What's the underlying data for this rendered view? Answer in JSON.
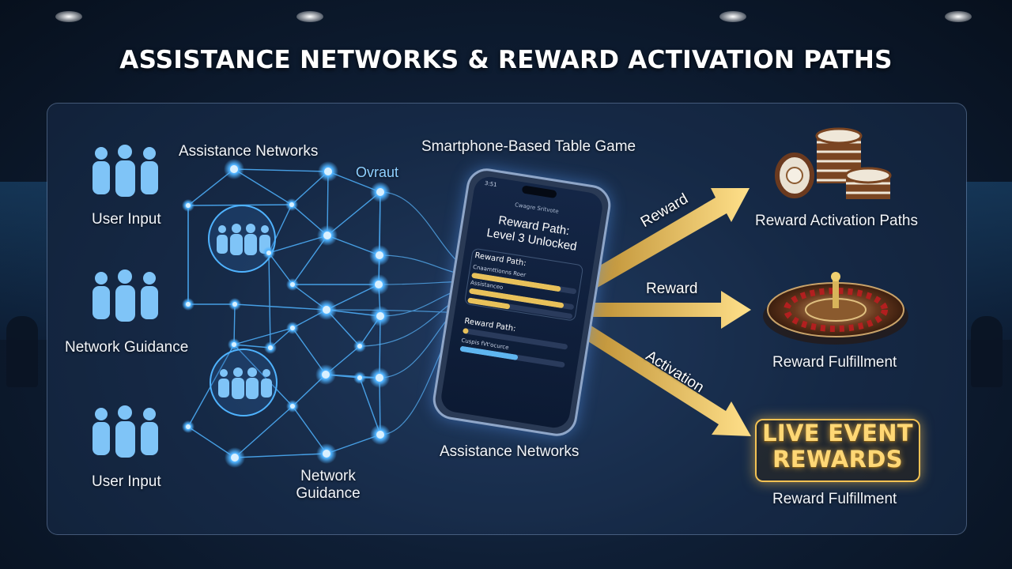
{
  "title": "ASSISTANCE NETWORKS & REWARD ACTIVATION PATHS",
  "left_groups": [
    {
      "label": "User Input"
    },
    {
      "label": "Network Guidance"
    },
    {
      "label": "User Input"
    }
  ],
  "network": {
    "top_label": "Assistance Networks",
    "node_label": "Ovraut",
    "bottom_label_line1": "Network",
    "bottom_label_line2": "Guidance"
  },
  "phone_section": {
    "top_label": "Smartphone-Based Table Game",
    "bottom_label": "Assistance Networks",
    "screen": {
      "time": "3:51",
      "header": "Cwagre Sritvote",
      "title_line1": "Reward Path:",
      "title_line2": "Level 3 Unlocked",
      "card_label": "Reward Path:",
      "rows": [
        {
          "label": "Cnaarnttionns Roer",
          "fill": 0.85,
          "color": "#e8c15a"
        },
        {
          "label": "Assistanceo",
          "fill": 0.9,
          "color": "#e8c15a"
        },
        {
          "label": "",
          "fill": 0.4,
          "color": "#e8c15a"
        },
        {
          "label": "Reward Path:",
          "fill": 0.05,
          "color": "#e8c15a"
        },
        {
          "label": "Cuspis fVt'ocurce",
          "fill": 0.55,
          "color": "#5fb6f0"
        }
      ]
    }
  },
  "arrows": [
    {
      "label": "Reward"
    },
    {
      "label": "Reward"
    },
    {
      "label": "Activation"
    }
  ],
  "right_items": [
    {
      "label": "Reward Activation Paths",
      "icon": "casino-chips-icon"
    },
    {
      "label": "Reward Fulfillment",
      "icon": "roulette-wheel-icon"
    },
    {
      "label": "Reward Fulfillment",
      "icon": "live-event-badge"
    }
  ],
  "live_event": {
    "line1": "LIVE EVENT",
    "line2": "REWARDS"
  },
  "colors": {
    "accent_blue": "#4fb3ff",
    "gold": "#f3c253",
    "panel_border": "#a0bee6"
  }
}
